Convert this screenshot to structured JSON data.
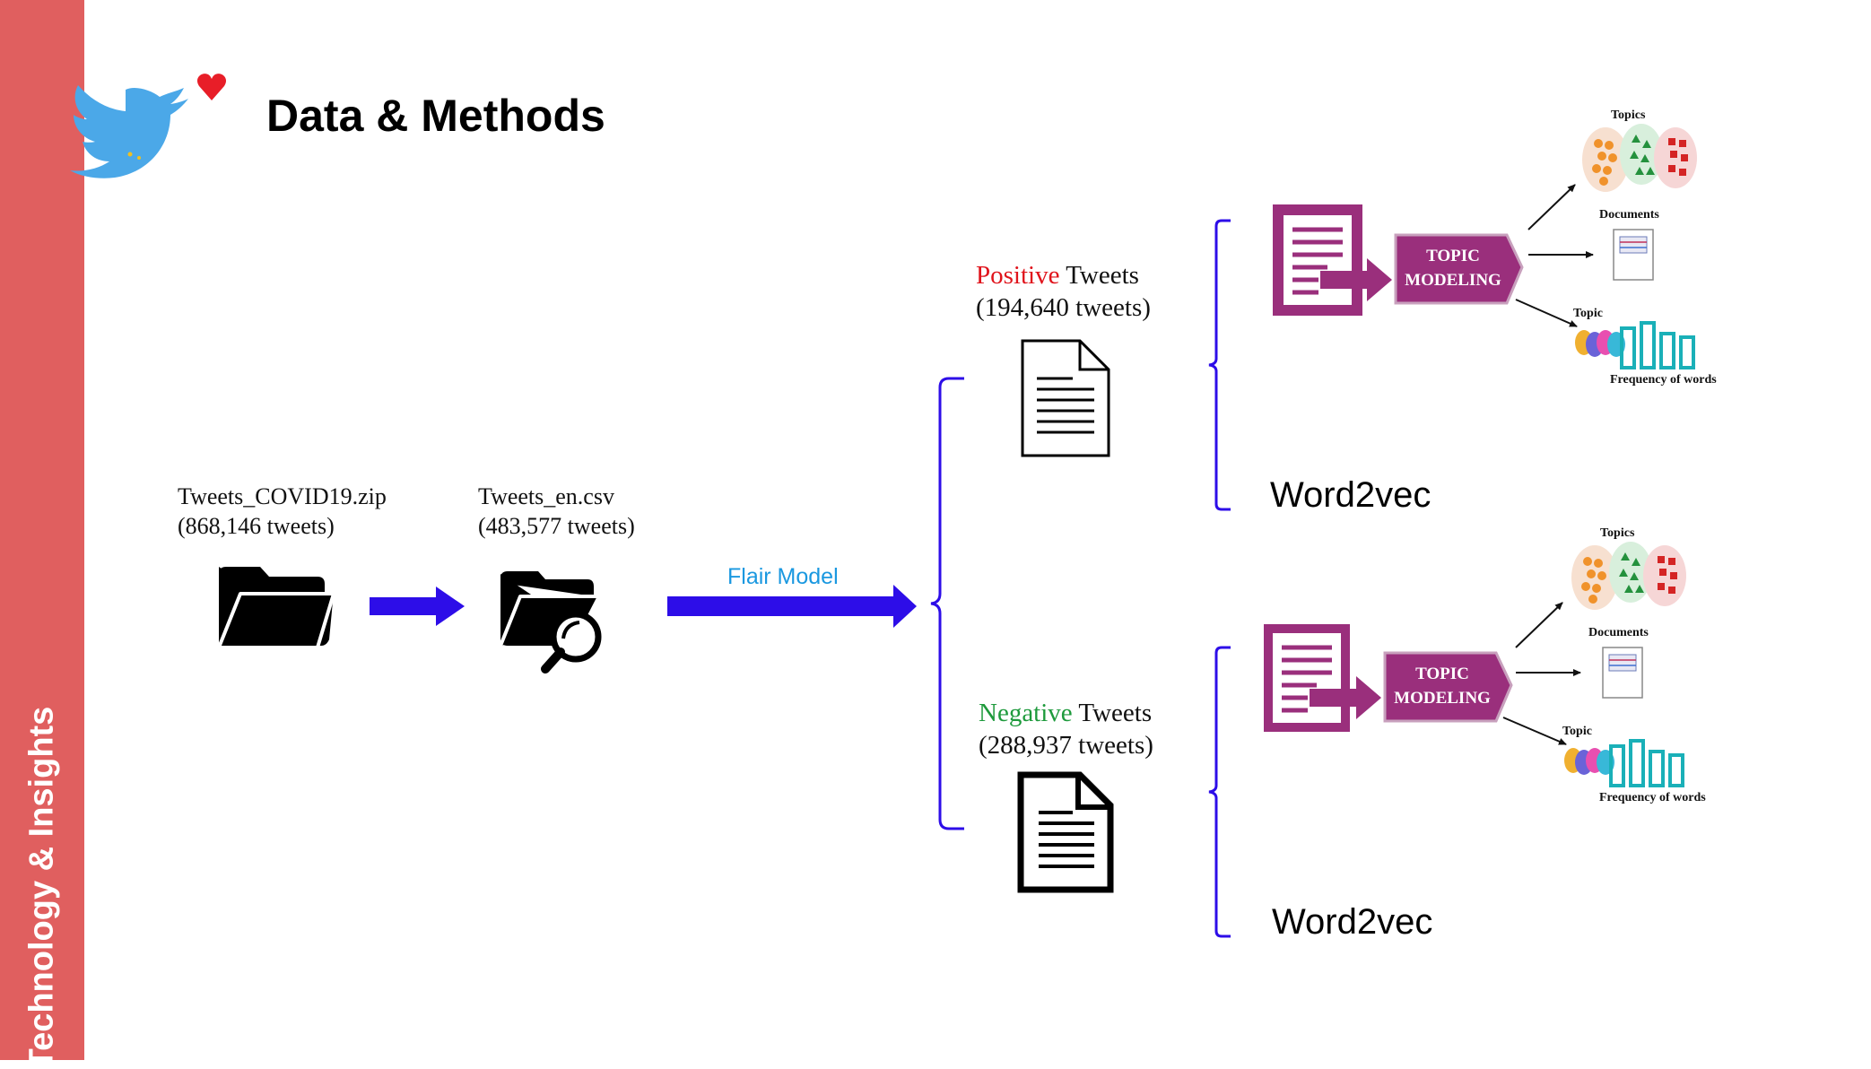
{
  "sidebar": {
    "label": "Technology & Insights",
    "color": "#e05f5f"
  },
  "header": {
    "title": "Data & Methods",
    "logo_icon": "twitter-bird-heart-icon"
  },
  "pipeline": {
    "source": {
      "file": "Tweets_COVID19.zip",
      "count": "(868,146 tweets)",
      "icon": "folder-icon"
    },
    "filtered": {
      "file": "Tweets_en.csv",
      "count": "(483,577 tweets)",
      "icon": "folder-search-icon"
    },
    "model_label": "Flair Model",
    "arrow_color": "#2d0de8"
  },
  "branches": [
    {
      "sentiment": "Positive",
      "sentiment_color": "#e0141c",
      "tweets_word": "Tweets",
      "count": "(194,640  tweets)",
      "embedding": "Word2vec",
      "topic_box": [
        "TOPIC",
        "MODELING"
      ],
      "outputs": {
        "topics": "Topics",
        "documents": "Documents",
        "topic": "Topic",
        "frequency": "Frequency of words"
      }
    },
    {
      "sentiment": "Negative",
      "sentiment_color": "#1e9a3c",
      "tweets_word": "Tweets",
      "count": "(288,937  tweets)",
      "embedding": "Word2vec",
      "topic_box": [
        "TOPIC",
        "MODELING"
      ],
      "outputs": {
        "topics": "Topics",
        "documents": "Documents",
        "topic": "Topic",
        "frequency": "Frequency of words"
      }
    }
  ]
}
